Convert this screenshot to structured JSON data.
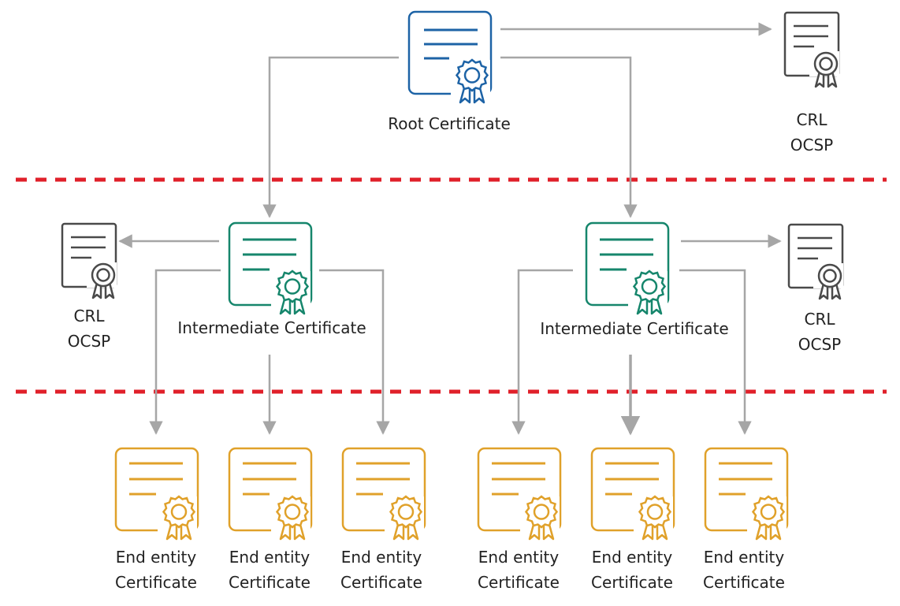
{
  "colors": {
    "root": "#1d63a6",
    "intermediate": "#16866c",
    "end_entity": "#e0a12a",
    "revocation": "#4a4a4a",
    "connector": "#a6a6a6",
    "trust_boundary": "#e0202a"
  },
  "icons": {
    "certificate": "certificate-icon",
    "revocation": "crl-document-icon"
  },
  "root": {
    "label": "Root Certificate"
  },
  "root_revocation": {
    "line1": "CRL",
    "line2": "OCSP"
  },
  "intermediates": [
    {
      "label": "Intermediate Certificate",
      "revocation": {
        "line1": "CRL",
        "line2": "OCSP"
      }
    },
    {
      "label": "Intermediate Certificate",
      "revocation": {
        "line1": "CRL",
        "line2": "OCSP"
      }
    }
  ],
  "end_entities": [
    {
      "line1": "End entity",
      "line2": "Certificate"
    },
    {
      "line1": "End entity",
      "line2": "Certificate"
    },
    {
      "line1": "End entity",
      "line2": "Certificate"
    },
    {
      "line1": "End entity",
      "line2": "Certificate"
    },
    {
      "line1": "End entity",
      "line2": "Certificate"
    },
    {
      "line1": "End entity",
      "line2": "Certificate"
    }
  ]
}
